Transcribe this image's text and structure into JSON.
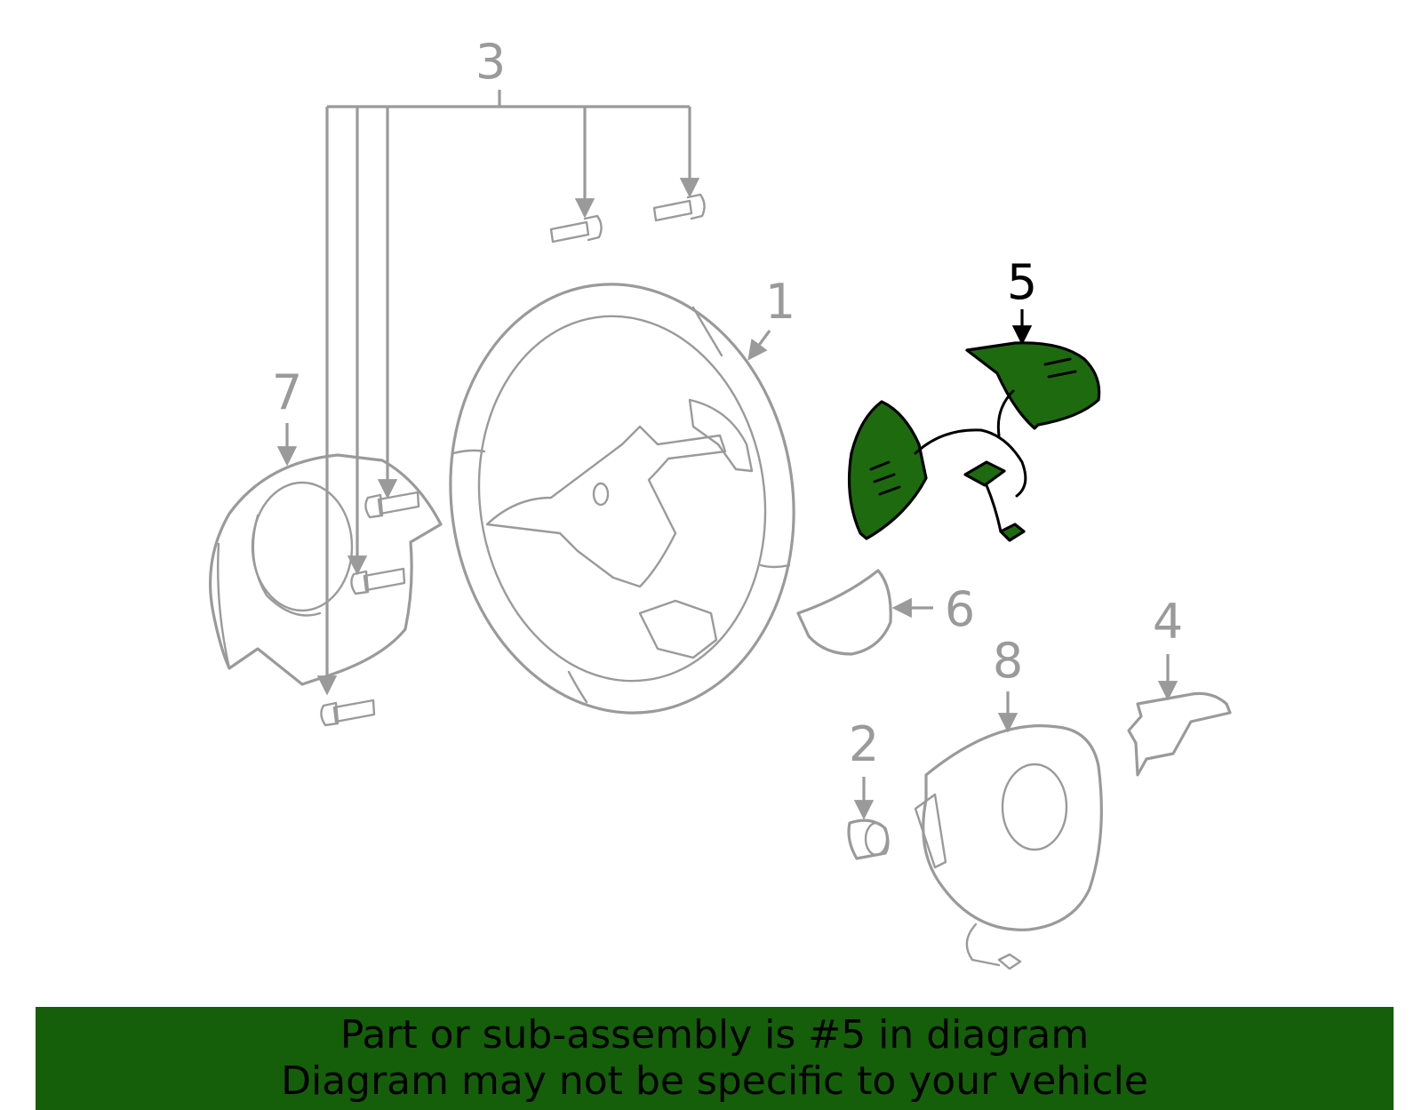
{
  "callouts": {
    "c1": "1",
    "c2": "2",
    "c3": "3",
    "c4": "4",
    "c5": "5",
    "c6": "6",
    "c7": "7",
    "c8": "8"
  },
  "highlighted_part": "5",
  "banner": {
    "line1": "Part or sub-assembly is #5 in diagram",
    "line2": "Diagram may not be specific to your vehicle"
  },
  "colors": {
    "highlight": "#1e6b0f",
    "banner": "#155f0a",
    "outline": "#9a9a9a"
  },
  "icons": [
    "steering-wheel-icon",
    "bolt-icon",
    "nut-icon",
    "airbag-icon",
    "cover-icon",
    "switch-icon",
    "bracket-icon"
  ]
}
